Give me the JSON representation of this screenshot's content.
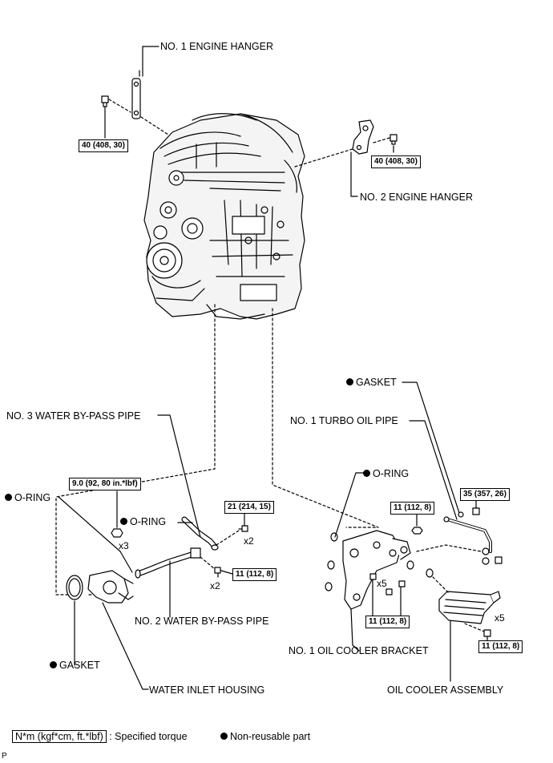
{
  "labels": {
    "no1_engine_hanger": "NO. 1 ENGINE HANGER",
    "no2_engine_hanger": "NO. 2 ENGINE HANGER",
    "gasket_top": "GASKET",
    "no1_turbo_oil_pipe": "NO. 1 TURBO OIL PIPE",
    "no3_water_bypass_pipe": "NO. 3 WATER BY-PASS PIPE",
    "oring_right": "O-RING",
    "oring_left": "O-RING",
    "oring_mid": "O-RING",
    "no2_water_bypass_pipe": "NO. 2 WATER BY-PASS PIPE",
    "no1_oil_cooler_bracket": "NO. 1 OIL COOLER BRACKET",
    "gasket_bottom": "GASKET",
    "water_inlet_housing": "WATER INLET HOUSING",
    "oil_cooler_assembly": "OIL COOLER ASSEMBLY"
  },
  "torques": {
    "t_hanger1": "40 (408, 30)",
    "t_hanger2": "40 (408, 30)",
    "t_9": "9.0 (92, 80 in.*lbf)",
    "t_21": "21 (214, 15)",
    "t_11_pipe": "11 (112, 8)",
    "t_11_bracket_top": "11 (112, 8)",
    "t_35": "35 (357, 26)",
    "t_11_bracket_bottom": "11 (112, 8)",
    "t_11_cooler": "11 (112, 8)"
  },
  "quantities": {
    "q_x3": "x3",
    "q_x2_upper": "x2",
    "q_x2_lower": "x2",
    "q_x5_bracket": "x5",
    "q_x5_cooler": "x5"
  },
  "legend": {
    "torque_box": "N*m (kgf*cm, ft.*lbf)",
    "torque_text": ": Specified torque",
    "nonreusable_text": "Non-reusable part"
  },
  "corner_mark": "P"
}
